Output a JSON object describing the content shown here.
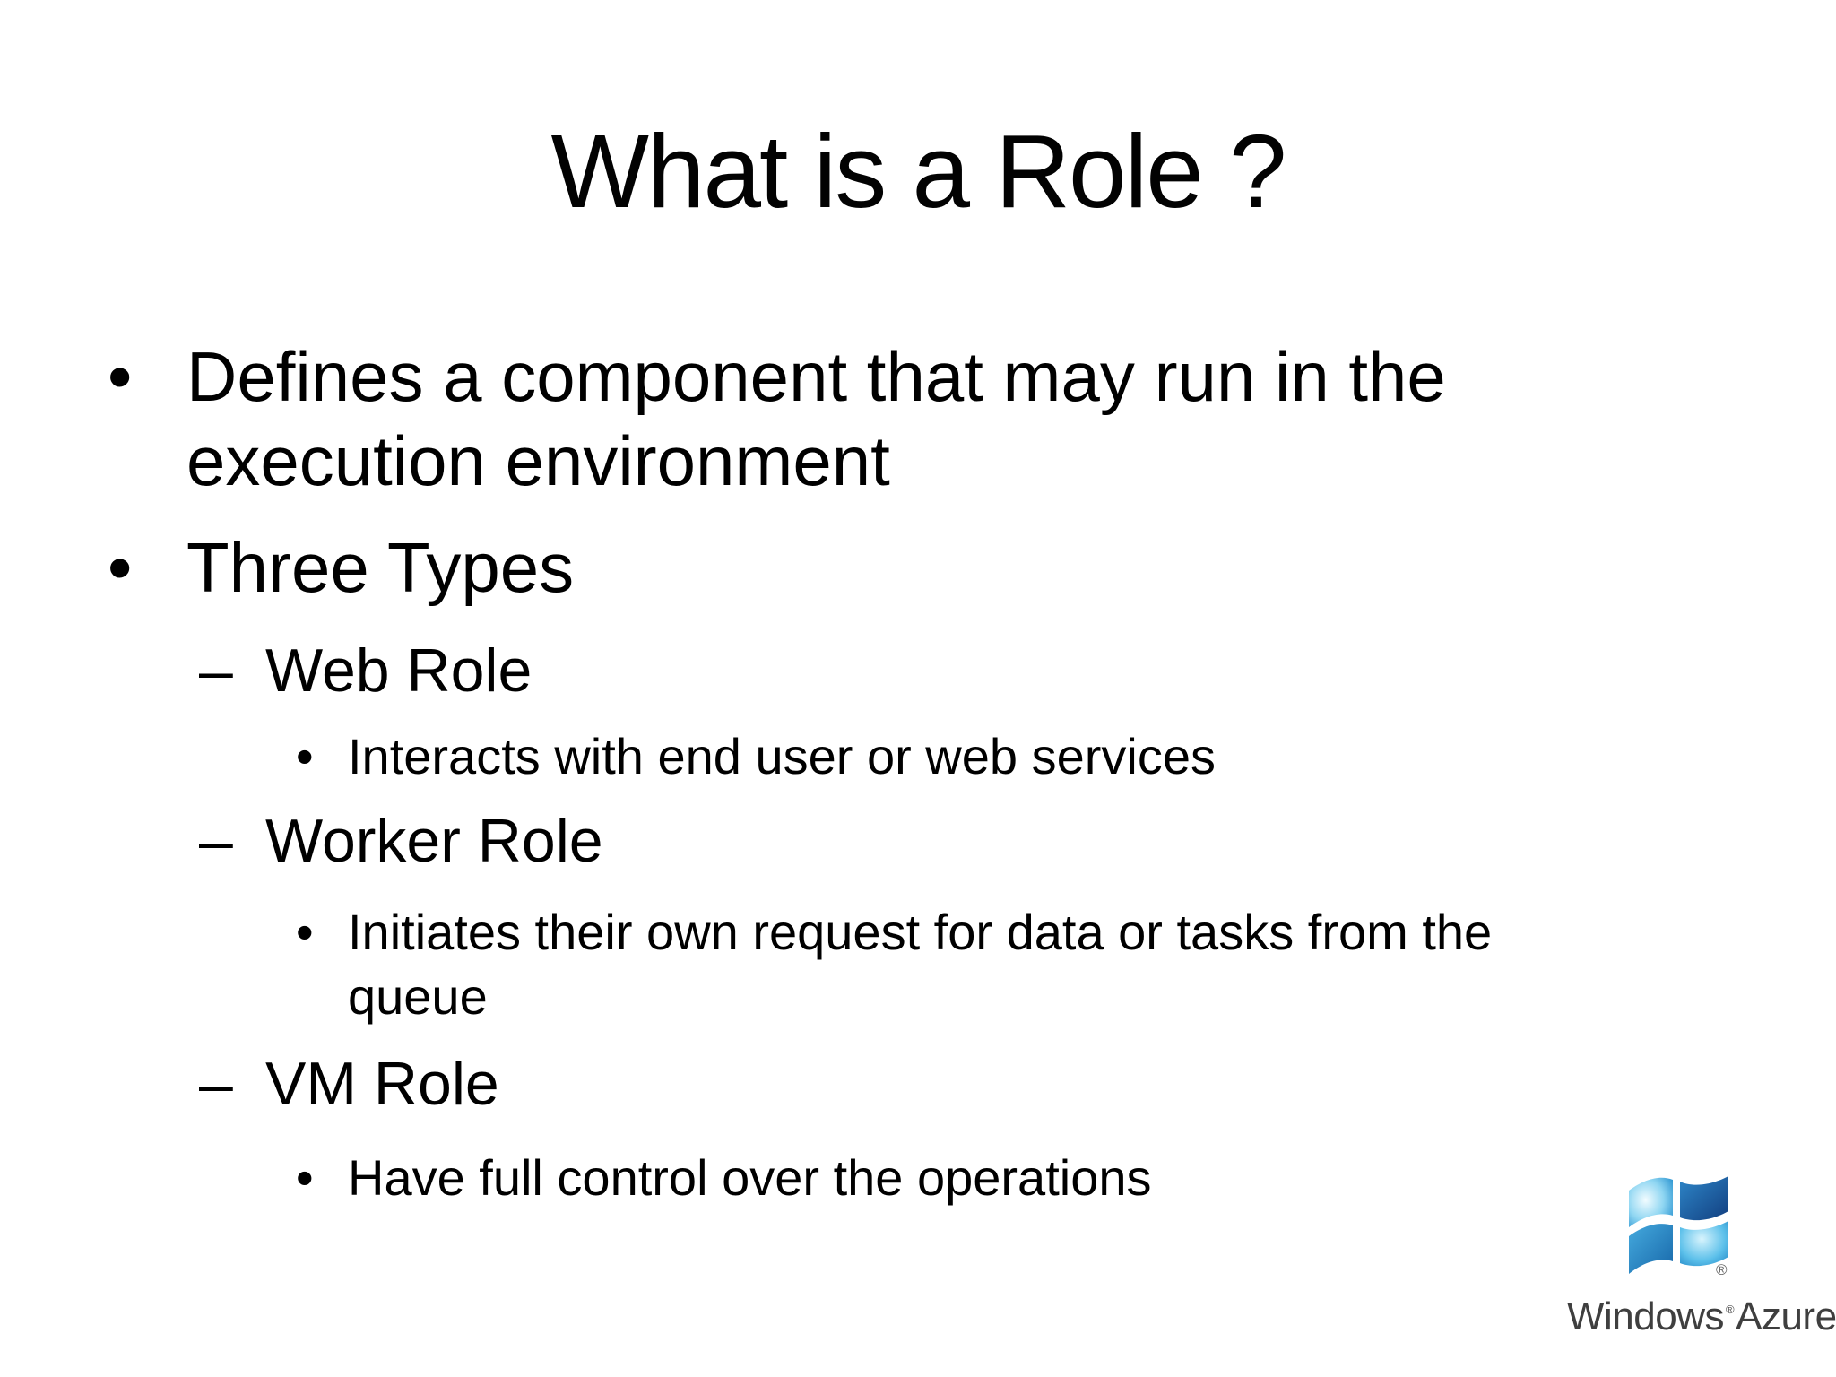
{
  "slide": {
    "title": "What is a Role ?",
    "bullets": [
      {
        "level": 1,
        "marker": "•",
        "text": "Defines a component that may run in the\nexecution environment"
      },
      {
        "level": 1,
        "marker": "•",
        "text": "Three Types"
      },
      {
        "level": 2,
        "marker": "–",
        "text": "Web Role"
      },
      {
        "level": 3,
        "marker": "•",
        "text": "Interacts with end user or web services"
      },
      {
        "level": 2,
        "marker": "–",
        "text": "Worker Role"
      },
      {
        "level": 3,
        "marker": "•",
        "text": "Initiates their own request for data or tasks from the\nqueue"
      },
      {
        "level": 2,
        "marker": "–",
        "text": "VM Role"
      },
      {
        "level": 3,
        "marker": "•",
        "text": "Have full control over the operations"
      }
    ]
  },
  "logo": {
    "brand_primary": "Windows",
    "brand_secondary": "Azure",
    "registered_mark": "®",
    "trademark_mark": "™",
    "flag_colors": {
      "highlight": "#f2fcff",
      "light": "#8fd6f2",
      "mid": "#2f97d4",
      "dark": "#123f80"
    }
  }
}
